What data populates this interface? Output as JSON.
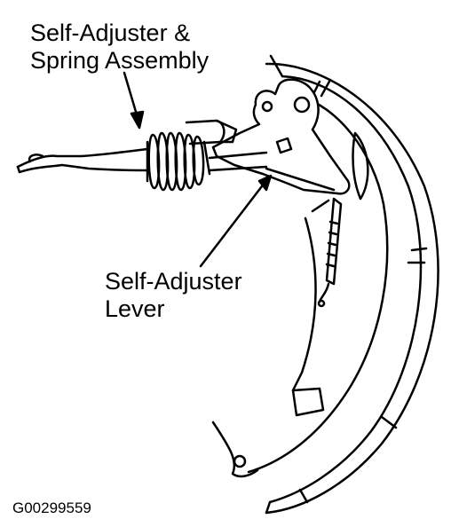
{
  "labels": {
    "spring_line1": "Self-Adjuster &",
    "spring_line2": "Spring Assembly",
    "lever_line1": "Self-Adjuster",
    "lever_line2": "Lever"
  },
  "figure_code": "G00299559",
  "colors": {
    "line": "#000000",
    "fill": "#ffffff",
    "background": "#ffffff"
  }
}
